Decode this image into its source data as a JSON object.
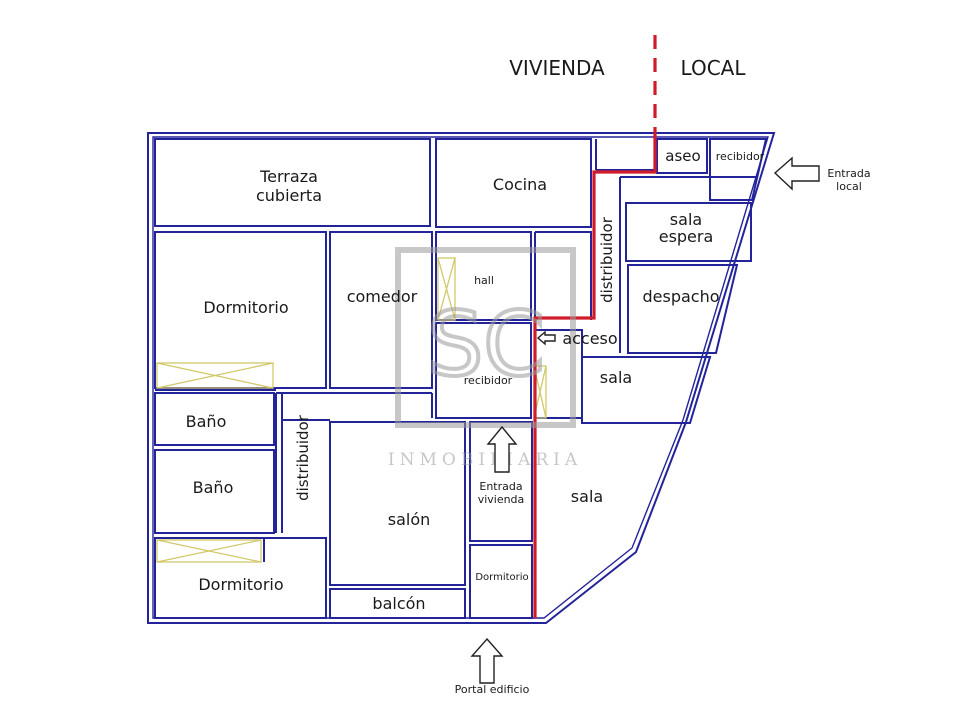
{
  "zones": {
    "vivienda": "VIVIENDA",
    "local": "LOCAL"
  },
  "rooms": {
    "terraza_line1": "Terraza",
    "terraza_line2": "cubierta",
    "cocina": "Cocina",
    "aseo": "aseo",
    "recibidor_local": "recibidor",
    "distribuidor_local": "distribuidor",
    "sala_espera_line1": "sala",
    "sala_espera_line2": "espera",
    "despacho": "despacho",
    "acceso": "acceso",
    "sala_small": "sala",
    "sala_large": "sala",
    "hall": "hall",
    "recibidor": "recibidor",
    "comedor": "comedor",
    "dormitorio_top": "Dormitorio",
    "bano_1": "Baño",
    "bano_2": "Baño",
    "distribuidor": "distribuidor",
    "salon": "salón",
    "balcon": "balcón",
    "dormitorio_bottom": "Dormitorio",
    "dormitorio_small": "Dormitorio"
  },
  "entrances": {
    "entrada_local_line1": "Entrada",
    "entrada_local_line2": "local",
    "entrada_vivienda_line1": "Entrada",
    "entrada_vivienda_line2": "vivienda",
    "portal": "Portal edificio"
  },
  "watermark": {
    "logo": "SC",
    "text": "INMOBILIARIA"
  },
  "colors": {
    "walls": "#23239a",
    "division_line": "#d01c2a",
    "closets": "#d2c86a",
    "watermark": "#9a9a9a"
  }
}
